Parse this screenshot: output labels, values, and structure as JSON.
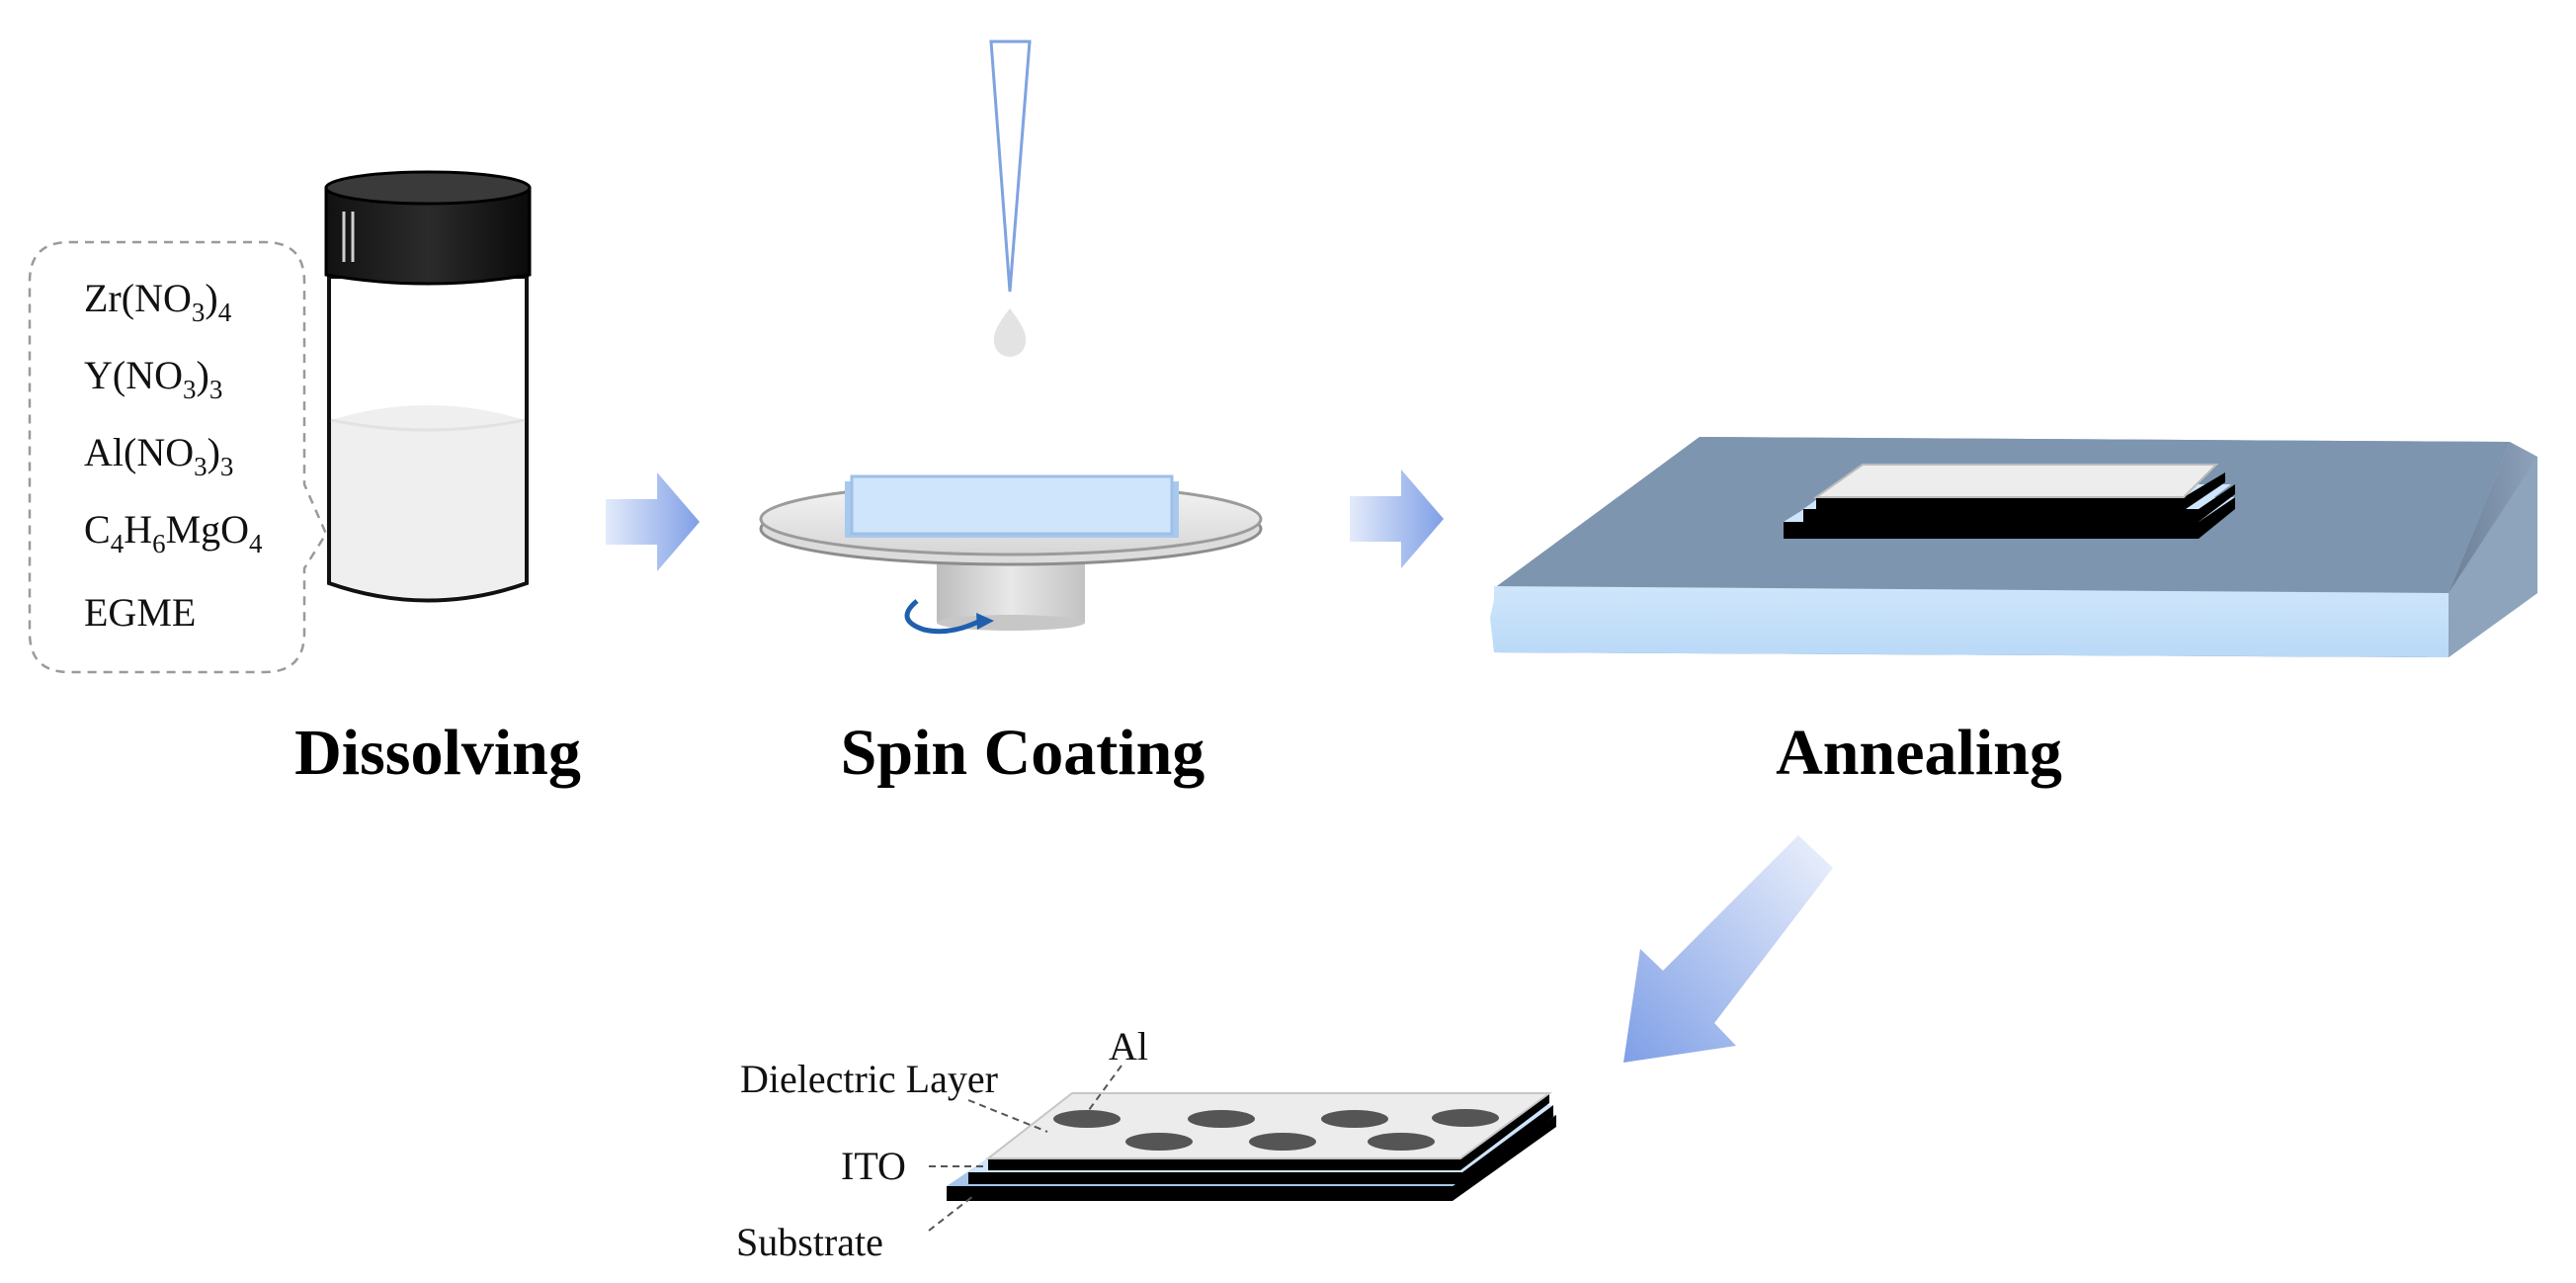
{
  "solution": {
    "components": [
      {
        "base": "Zr(NO",
        "sub1": "3",
        "mid": ")",
        "sub2": "4",
        "tail": ""
      },
      {
        "base": "Y(NO",
        "sub1": "3",
        "mid": ")",
        "sub2": "3",
        "tail": ""
      },
      {
        "base": "Al(NO",
        "sub1": "3",
        "mid": ")",
        "sub2": "3",
        "tail": ""
      },
      {
        "base": "C",
        "sub1": "4",
        "mid": "H",
        "sub2": "6",
        "tail": "MgO",
        "sub3": "4"
      },
      {
        "base": "EGME"
      }
    ]
  },
  "stages": {
    "dissolving": "Dissolving",
    "spin_coating": "Spin Coating",
    "annealing": "Annealing"
  },
  "device": {
    "electrode_label": "Al",
    "dielectric_label": "Dielectric Layer",
    "ito_label": "ITO",
    "substrate_label": "Substrate"
  },
  "colors": {
    "arrow": "#7f9fe6",
    "glass_blue": "#c8e2fb",
    "hotplate_top": "#7e95b0",
    "rotation_arrow": "#1f5fae"
  }
}
